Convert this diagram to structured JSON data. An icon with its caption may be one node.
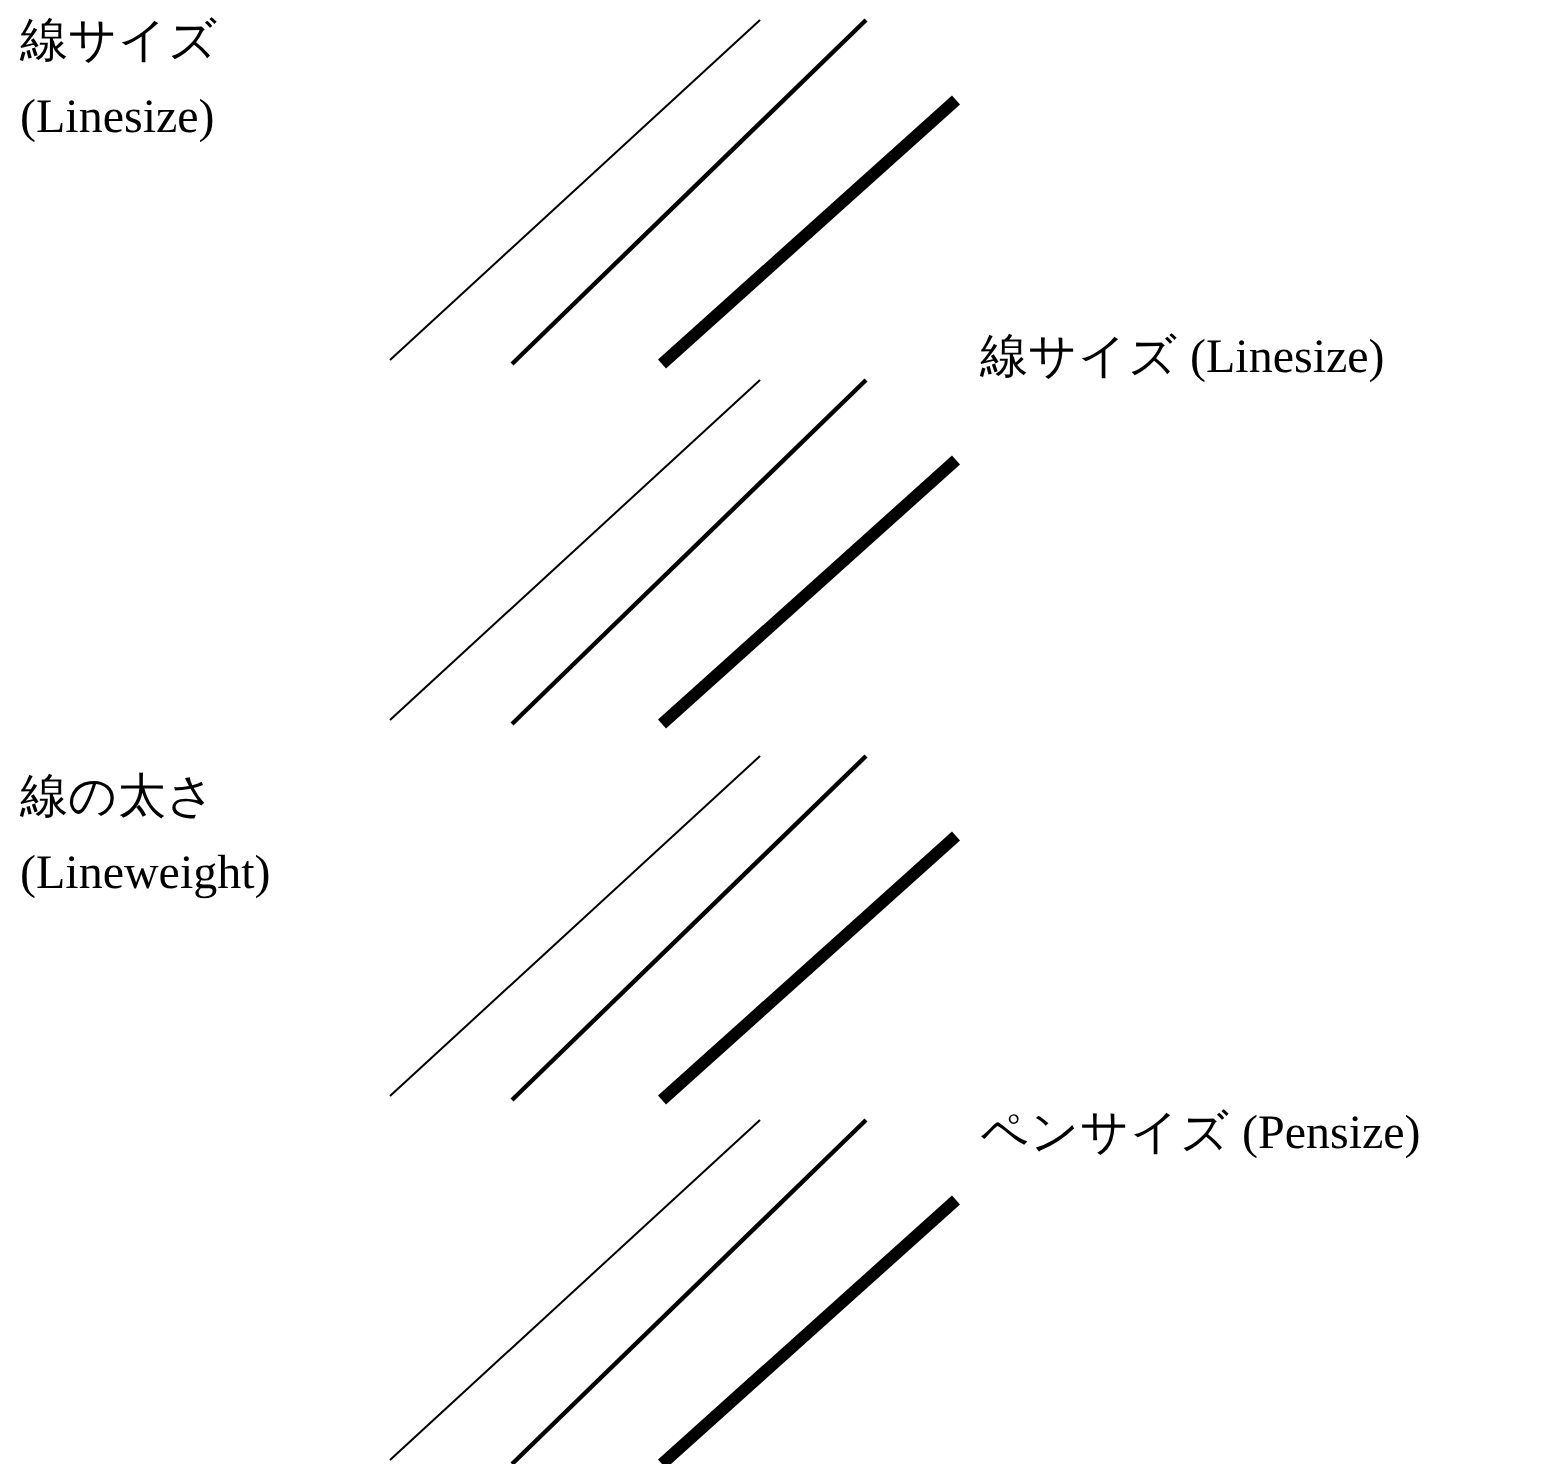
{
  "diagram": {
    "labels": [
      "線サイズ (Linesize)",
      "線サイズ (Linesize)",
      "線の太さ (Lineweight)",
      "ペンサイズ (Pensize)"
    ]
  }
}
